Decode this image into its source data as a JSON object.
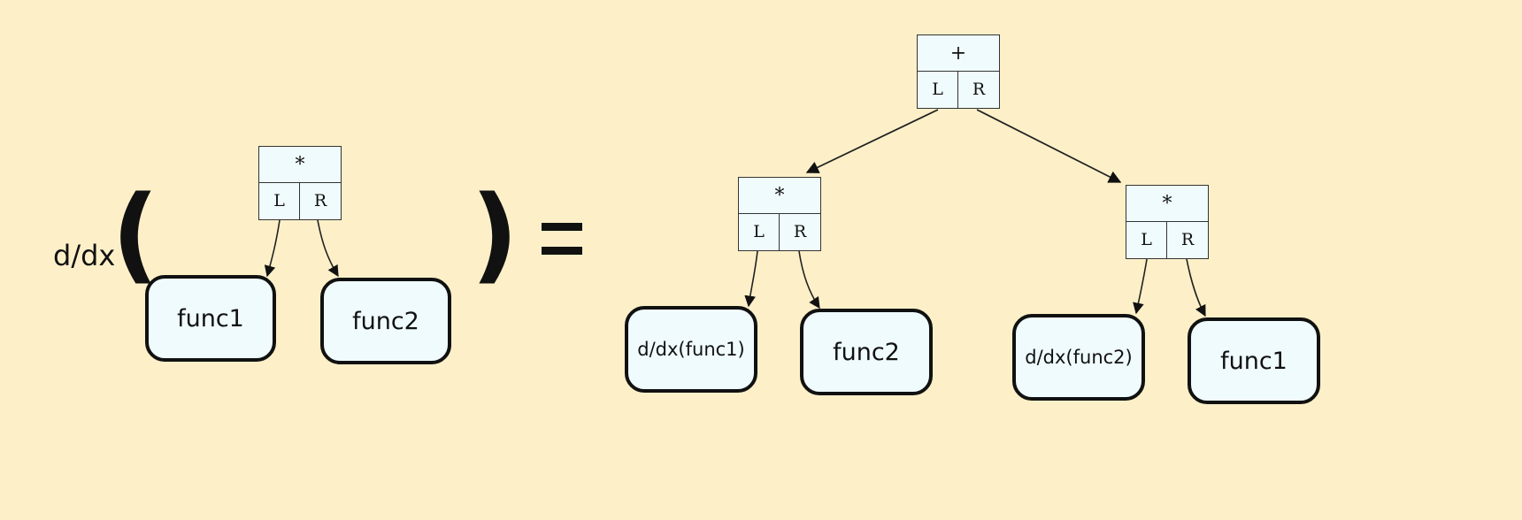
{
  "left": {
    "prefix": "d/dx",
    "open_paren": "(",
    "close_paren": ")",
    "root": {
      "op": "*",
      "left": "L",
      "right": "R"
    },
    "left_child": "func1",
    "right_child": "func2"
  },
  "equals": "=",
  "right": {
    "root": {
      "op": "+",
      "left": "L",
      "right": "R"
    },
    "left_node": {
      "op": "*",
      "left": "L",
      "right": "R"
    },
    "right_node": {
      "op": "*",
      "left": "L",
      "right": "R"
    },
    "leaves": [
      "d/dx(func1)",
      "func2",
      "d/dx(func2)",
      "func1"
    ]
  }
}
